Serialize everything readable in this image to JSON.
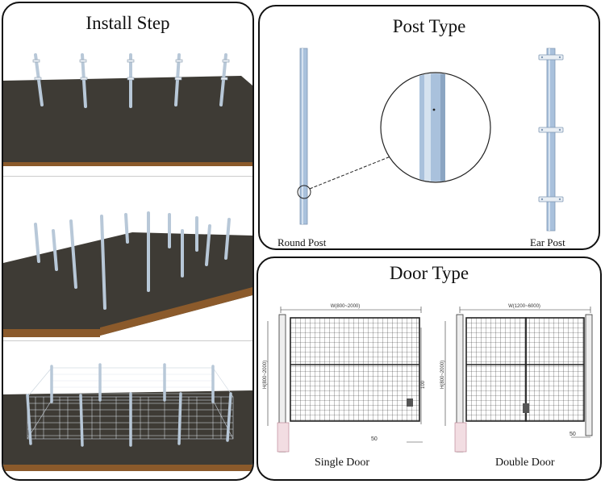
{
  "install": {
    "title": "Install Step"
  },
  "post": {
    "title": "Post Type",
    "round_label": "Round Post",
    "ear_label": "Ear Post"
  },
  "door": {
    "title": "Door Type",
    "single_label": "Single Door",
    "double_label": "Double Door",
    "single_width_dim": "W(800~2000)",
    "double_width_dim": "W(1200~6000)",
    "height_dim": "H(800~2000)",
    "offset_dim": "50",
    "side_dim": "100"
  },
  "colors": {
    "ground": "#3e3b35",
    "soil": "#8b5a2b",
    "post": "#a9c1dc",
    "frame": "#222222",
    "border": "#111111"
  }
}
